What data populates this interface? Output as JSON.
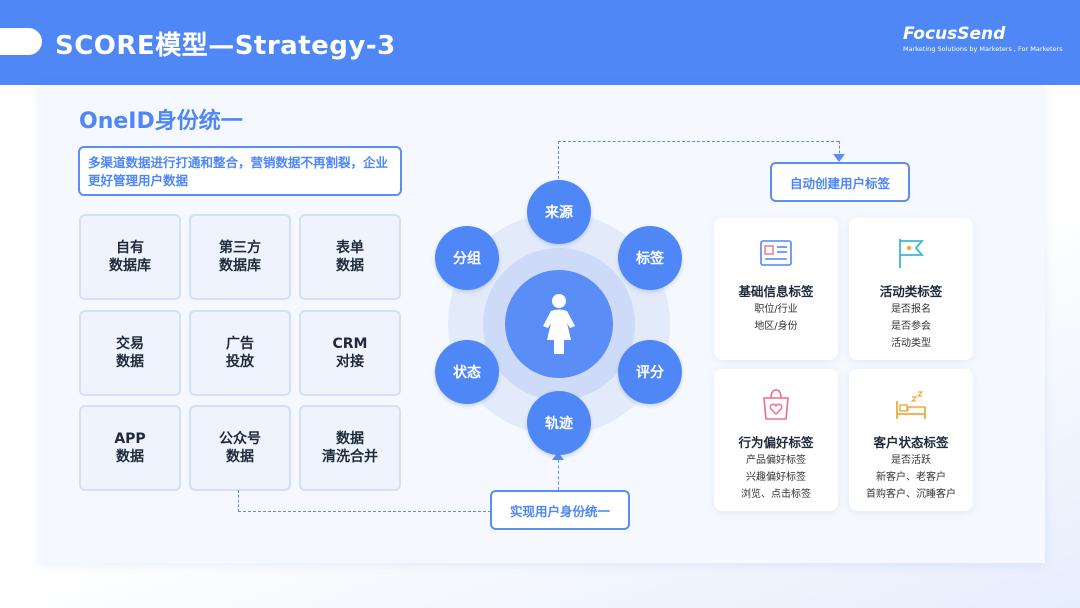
{
  "header": {
    "title": "SCORE模型—Strategy-3",
    "logo_text": "FocusSend",
    "logo_tagline": "Marketing Solutions by Marketers , For Marketers"
  },
  "section_title": "OneID身份统一",
  "description": "多渠道数据进行打通和整合，营销数据不再割裂，企业更好管理用户数据",
  "sources": [
    "自有\n数据库",
    "第三方\n数据库",
    "表单\n数据",
    "交易\n数据",
    "广告\n投放",
    "CRM\n对接",
    "APP\n数据",
    "公众号\n数据",
    "数据\n清洗合并"
  ],
  "nodes": {
    "top": "来源",
    "upper_right": "标签",
    "lower_right": "评分",
    "bottom": "轨迹",
    "lower_left": "状态",
    "upper_left": "分组"
  },
  "center_icon": "person-icon",
  "auto_label": "自动创建用户标签",
  "unify_label": "实现用户身份统一",
  "tag_cards": [
    {
      "icon": "id-card-icon",
      "title": "基础信息标签",
      "lines": [
        "职位/行业",
        "地区/身份"
      ]
    },
    {
      "icon": "flag-icon",
      "title": "活动类标签",
      "lines": [
        "是否报名",
        "是否参会",
        "活动类型"
      ]
    },
    {
      "icon": "shopping-bag-heart-icon",
      "title": "行为偏好标签",
      "lines": [
        "产品偏好标签",
        "兴趣偏好标签",
        "浏览、点击标签"
      ]
    },
    {
      "icon": "sleeping-bed-icon",
      "title": "客户状态标签",
      "lines": [
        "是否活跃",
        "新客户、老客户",
        "首购客户、沉睡客户"
      ]
    }
  ],
  "colors": {
    "primary": "#4f87f6",
    "icon_accent": "#3fb7d6",
    "icon_warm": "#f0a93c",
    "icon_pink": "#f06b8f"
  }
}
